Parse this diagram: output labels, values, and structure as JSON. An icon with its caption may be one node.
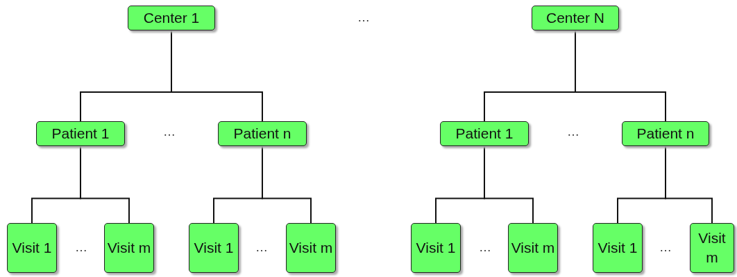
{
  "diagram": {
    "nodes": [
      {
        "text": [
          "Center 1"
        ]
      },
      {
        "text": [
          "Center N"
        ]
      },
      {
        "text": [
          "Patient 1"
        ]
      },
      {
        "text": [
          "Patient n"
        ]
      },
      {
        "text": [
          "Patient 1"
        ]
      },
      {
        "text": [
          "Patient n"
        ]
      },
      {
        "text": [
          "Visit 1"
        ]
      },
      {
        "text": [
          "Visit m"
        ]
      },
      {
        "text": [
          "Visit 1"
        ]
      },
      {
        "text": [
          "Visit m"
        ]
      },
      {
        "text": [
          "Visit 1"
        ]
      },
      {
        "text": [
          "Visit m"
        ]
      },
      {
        "text": [
          "Visit 1"
        ]
      },
      {
        "text": [
          "Visit m"
        ]
      }
    ],
    "edges": [
      {
        "from": 0,
        "to": 2,
        "arrow": "none"
      },
      {
        "from": 0,
        "to": 3,
        "arrow": "none"
      },
      {
        "from": 1,
        "to": 4,
        "arrow": "none"
      },
      {
        "from": 1,
        "to": 5,
        "arrow": "none"
      },
      {
        "from": 2,
        "to": 6,
        "arrow": "none"
      },
      {
        "from": 2,
        "to": 7,
        "arrow": "none"
      },
      {
        "from": 3,
        "to": 8,
        "arrow": "none"
      },
      {
        "from": 3,
        "to": 9,
        "arrow": "none"
      },
      {
        "from": 4,
        "to": 10,
        "arrow": "none"
      },
      {
        "from": 4,
        "to": 11,
        "arrow": "none"
      },
      {
        "from": 5,
        "to": 12,
        "arrow": "none"
      },
      {
        "from": 5,
        "to": 13,
        "arrow": "none"
      }
    ],
    "labels": [
      "…",
      "…",
      "…",
      "…",
      "…",
      "…",
      "…"
    ]
  }
}
